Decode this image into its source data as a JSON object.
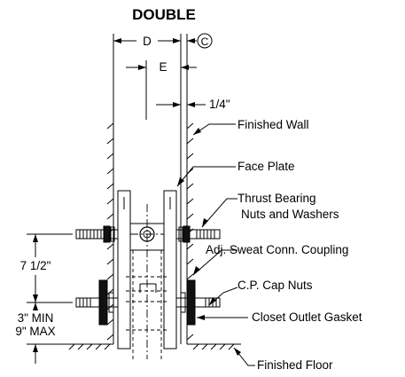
{
  "title": "DOUBLE",
  "dimensions": {
    "d": "D",
    "e": "E",
    "c": "C",
    "quarter": "1/4\"",
    "height": "7 1/2\"",
    "min": "3\" MIN",
    "max": "9\" MAX"
  },
  "callouts": {
    "finished_wall": "Finished Wall",
    "face_plate": "Face Plate",
    "thrust_1": "Thrust Bearing",
    "thrust_2": "Nuts and Washers",
    "coupling": "Adj. Sweat Conn. Coupling",
    "cap_nuts": "C.P. Cap Nuts",
    "gasket": "Closet Outlet Gasket",
    "finished_floor": "Finished Floor"
  }
}
